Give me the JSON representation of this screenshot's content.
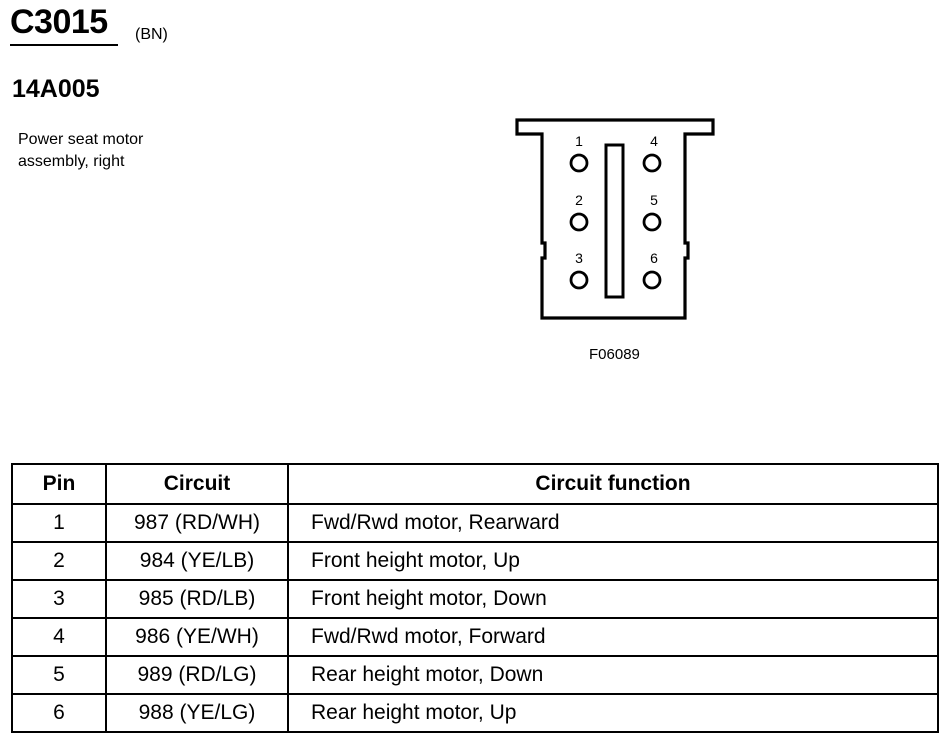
{
  "header": {
    "connector_id": "C3015",
    "connector_color": "(BN)",
    "part_number": "14A005",
    "description_lines": [
      "Power seat motor",
      "assembly, right"
    ]
  },
  "diagram": {
    "pin_labels": [
      "1",
      "2",
      "3",
      "4",
      "5",
      "6"
    ],
    "figure_id": "F06089"
  },
  "table": {
    "headers": [
      "Pin",
      "Circuit",
      "Circuit function"
    ],
    "rows": [
      {
        "pin": "1",
        "circuit": "987 (RD/WH)",
        "function": "Fwd/Rwd motor, Rearward"
      },
      {
        "pin": "2",
        "circuit": "984 (YE/LB)",
        "function": "Front height motor, Up"
      },
      {
        "pin": "3",
        "circuit": "985 (RD/LB)",
        "function": "Front height motor, Down"
      },
      {
        "pin": "4",
        "circuit": "986 (YE/WH)",
        "function": "Fwd/Rwd motor, Forward"
      },
      {
        "pin": "5",
        "circuit": "989 (RD/LG)",
        "function": "Rear height motor, Down"
      },
      {
        "pin": "6",
        "circuit": "988 (YE/LG)",
        "function": "Rear height motor, Up"
      }
    ]
  }
}
